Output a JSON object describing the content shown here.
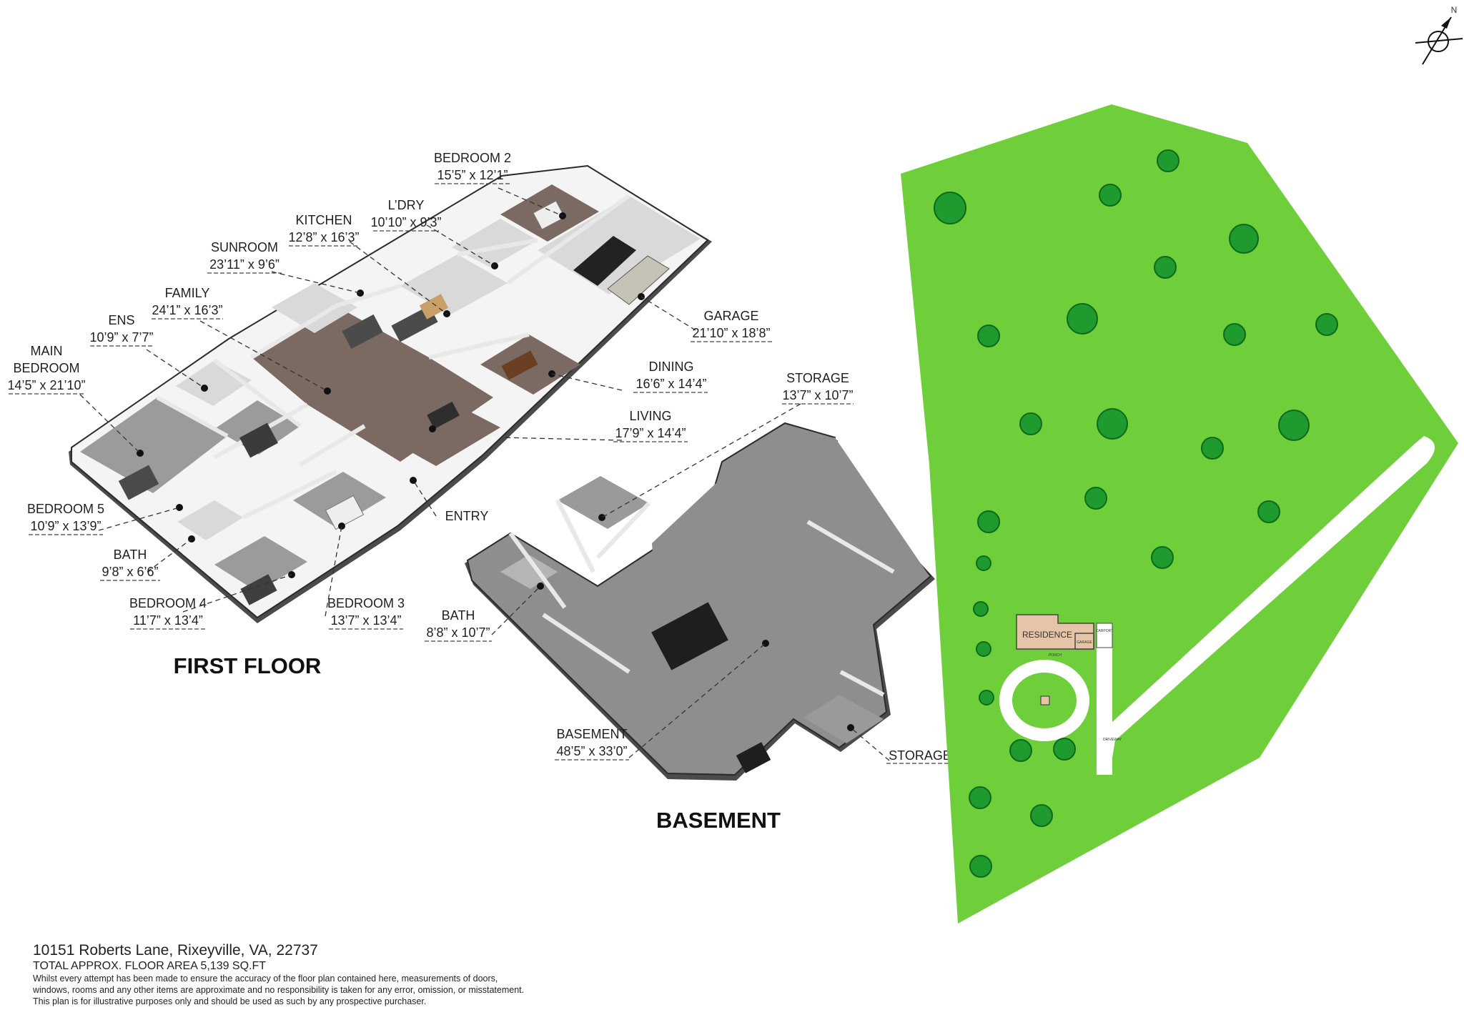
{
  "first_floor": {
    "title": "FIRST FLOOR",
    "rooms": [
      {
        "name": "BEDROOM 2",
        "size": "15’5” x 12’1”"
      },
      {
        "name": "KITCHEN",
        "size": "12’8” x 16’3”"
      },
      {
        "name": "L’DRY",
        "size": "10’10” x 9’3”"
      },
      {
        "name": "SUNROOM",
        "size": "23’11” x 9’6”"
      },
      {
        "name": "FAMILY",
        "size": "24’1” x 16’3”"
      },
      {
        "name": "ENS",
        "size": "10’9” x 7’7”"
      },
      {
        "name": "MAIN\nBEDROOM",
        "name_line1": "MAIN",
        "name_line2": "BEDROOM",
        "size": "14’5” x 21’10”"
      },
      {
        "name": "GARAGE",
        "size": "21’10” x 18’8”"
      },
      {
        "name": "DINING",
        "size": "16’6” x 14’4”"
      },
      {
        "name": "LIVING",
        "size": "17’9” x 14’4”"
      },
      {
        "name": "ENTRY",
        "size": ""
      },
      {
        "name": "BEDROOM 5",
        "size": "10’9” x 13’9”"
      },
      {
        "name": "BATH",
        "size": "9’8” x 6’6”"
      },
      {
        "name": "BEDROOM 4",
        "size": "11’7” x 13’4”"
      },
      {
        "name": "BEDROOM 3",
        "size": "13’7” x 13’4”"
      }
    ]
  },
  "basement": {
    "title": "BASEMENT",
    "rooms": [
      {
        "name": "STORAGE",
        "size": "13’7” x 10’7”"
      },
      {
        "name": "BATH",
        "size": "8’8” x 10’7”"
      },
      {
        "name": "BASEMENT",
        "size": "48’5” x 33’0”"
      },
      {
        "name": "STORAGE",
        "size": ""
      }
    ]
  },
  "site_plan": {
    "residence_label": "RESIDENCE",
    "garage_label": "GARAGE",
    "porch_label": "PORCH",
    "carport_label": "CARPORT",
    "driveway_label": "DRIVEWAY",
    "compass_label": "N",
    "lawn_color": "#6fcf3a",
    "tree_color": "#1f9a2f",
    "residence_color": "#e6c4a8"
  },
  "footer": {
    "address": "10151 Roberts Lane, Rixeyville, VA, 22737",
    "total_area": "TOTAL APPROX. FLOOR AREA 5,139 SQ.FT",
    "disclaimer_1": "Whilst every attempt has been made to ensure the accuracy of the floor plan contained here, measurements of doors,",
    "disclaimer_2": "windows, rooms and any other items are approximate and no responsibility is taken for any error, omission, or misstatement.",
    "disclaimer_3": "This plan is for illustrative purposes only and should be used as such by any prospective purchaser."
  }
}
